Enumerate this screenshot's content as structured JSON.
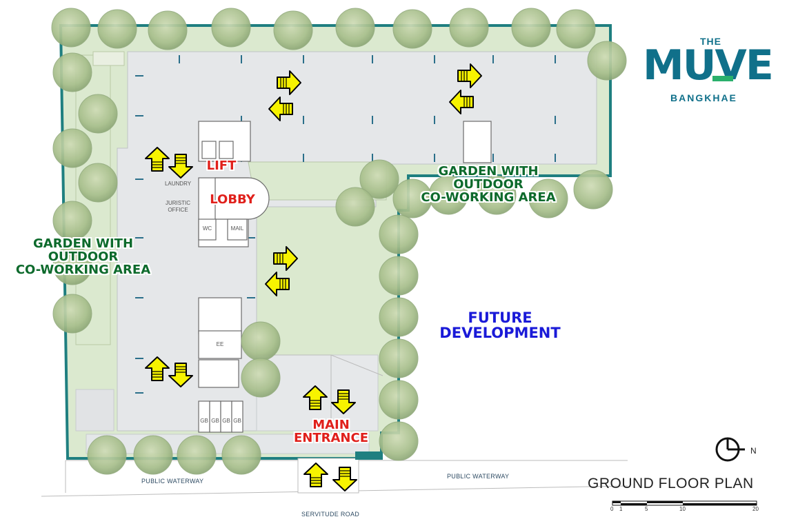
{
  "logo": {
    "line1": "THE",
    "line2": "MUVE",
    "line3": "BANGKHAE",
    "colors": {
      "teal": "#10708a",
      "green": "#2ab06c"
    }
  },
  "plan_title": "GROUND FLOOR PLAN",
  "north_label": "N",
  "scale_bar_ticks": [
    "0",
    "1",
    "5",
    "10",
    "20"
  ],
  "labels": {
    "garden_west": [
      "GARDEN WITH",
      "OUTDOOR",
      "CO-WORKING AREA"
    ],
    "garden_north": [
      "GARDEN WITH",
      "OUTDOOR",
      "CO-WORKING AREA"
    ],
    "lift": "LIFT",
    "lobby": "LOBBY",
    "main_entrance": [
      "MAIN",
      "ENTRANCE"
    ],
    "future_development": [
      "FUTURE",
      "DEVELOPMENT"
    ]
  },
  "room_labels": {
    "laundry": "LAUNDRY",
    "juristic_office": [
      "JURISTIC",
      "OFFICE"
    ],
    "wc": "WC",
    "mail": "MAIL",
    "ee": "EE",
    "gb": [
      "GB",
      "GB",
      "GB",
      "GB"
    ]
  },
  "roads": {
    "public_waterway_left": "PUBLIC WATERWAY",
    "public_waterway_right": "PUBLIC WATERWAY",
    "servitude_road": "SERVITUDE ROAD"
  },
  "icons": [
    "tree-icon",
    "arrow-in-icon",
    "arrow-out-icon",
    "north-arrow-icon"
  ],
  "colors": {
    "garden": "#dbe9cf",
    "parking": "#e4e6e8",
    "boundary": "#1f7f80",
    "tree": "#a9c08f",
    "arrow": "#f5f200",
    "label_green": "#0d6a2c",
    "label_red": "#e0201b",
    "label_blue": "#1a1ad8"
  }
}
